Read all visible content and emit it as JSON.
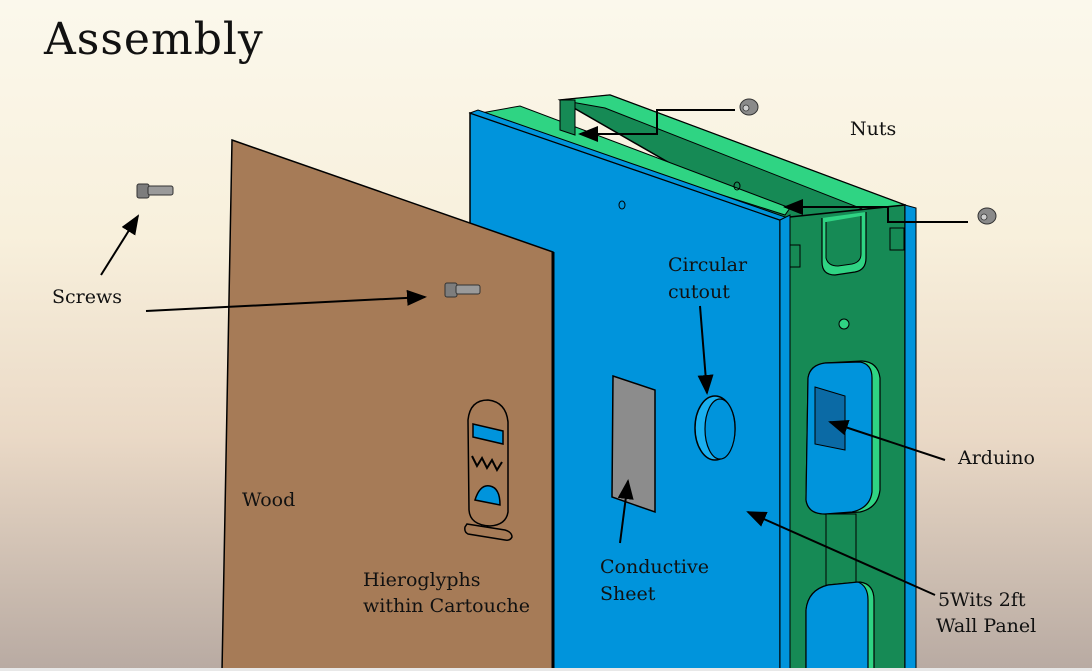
{
  "title": "Assembly",
  "labels": {
    "nuts": "Nuts",
    "screws": "Screws",
    "circular_cutout": [
      "Circular",
      "cutout"
    ],
    "arduino": "Arduino",
    "wood": "Wood",
    "hieroglyphs": [
      "Hieroglyphs",
      "within Cartouche"
    ],
    "conductive_sheet": [
      "Conductive",
      "Sheet"
    ],
    "wall_panel": [
      "5Wits 2ft",
      "Wall Panel"
    ]
  },
  "colors": {
    "panel_blue": "#0094dc",
    "frame_green": "#168a55",
    "frame_green_light": "#2fd483",
    "wood_brown": "#a67b57",
    "sheet_gray": "#8c8c8c",
    "arduino_blue": "#0b6aa5",
    "hardware_gray": "#808080"
  }
}
